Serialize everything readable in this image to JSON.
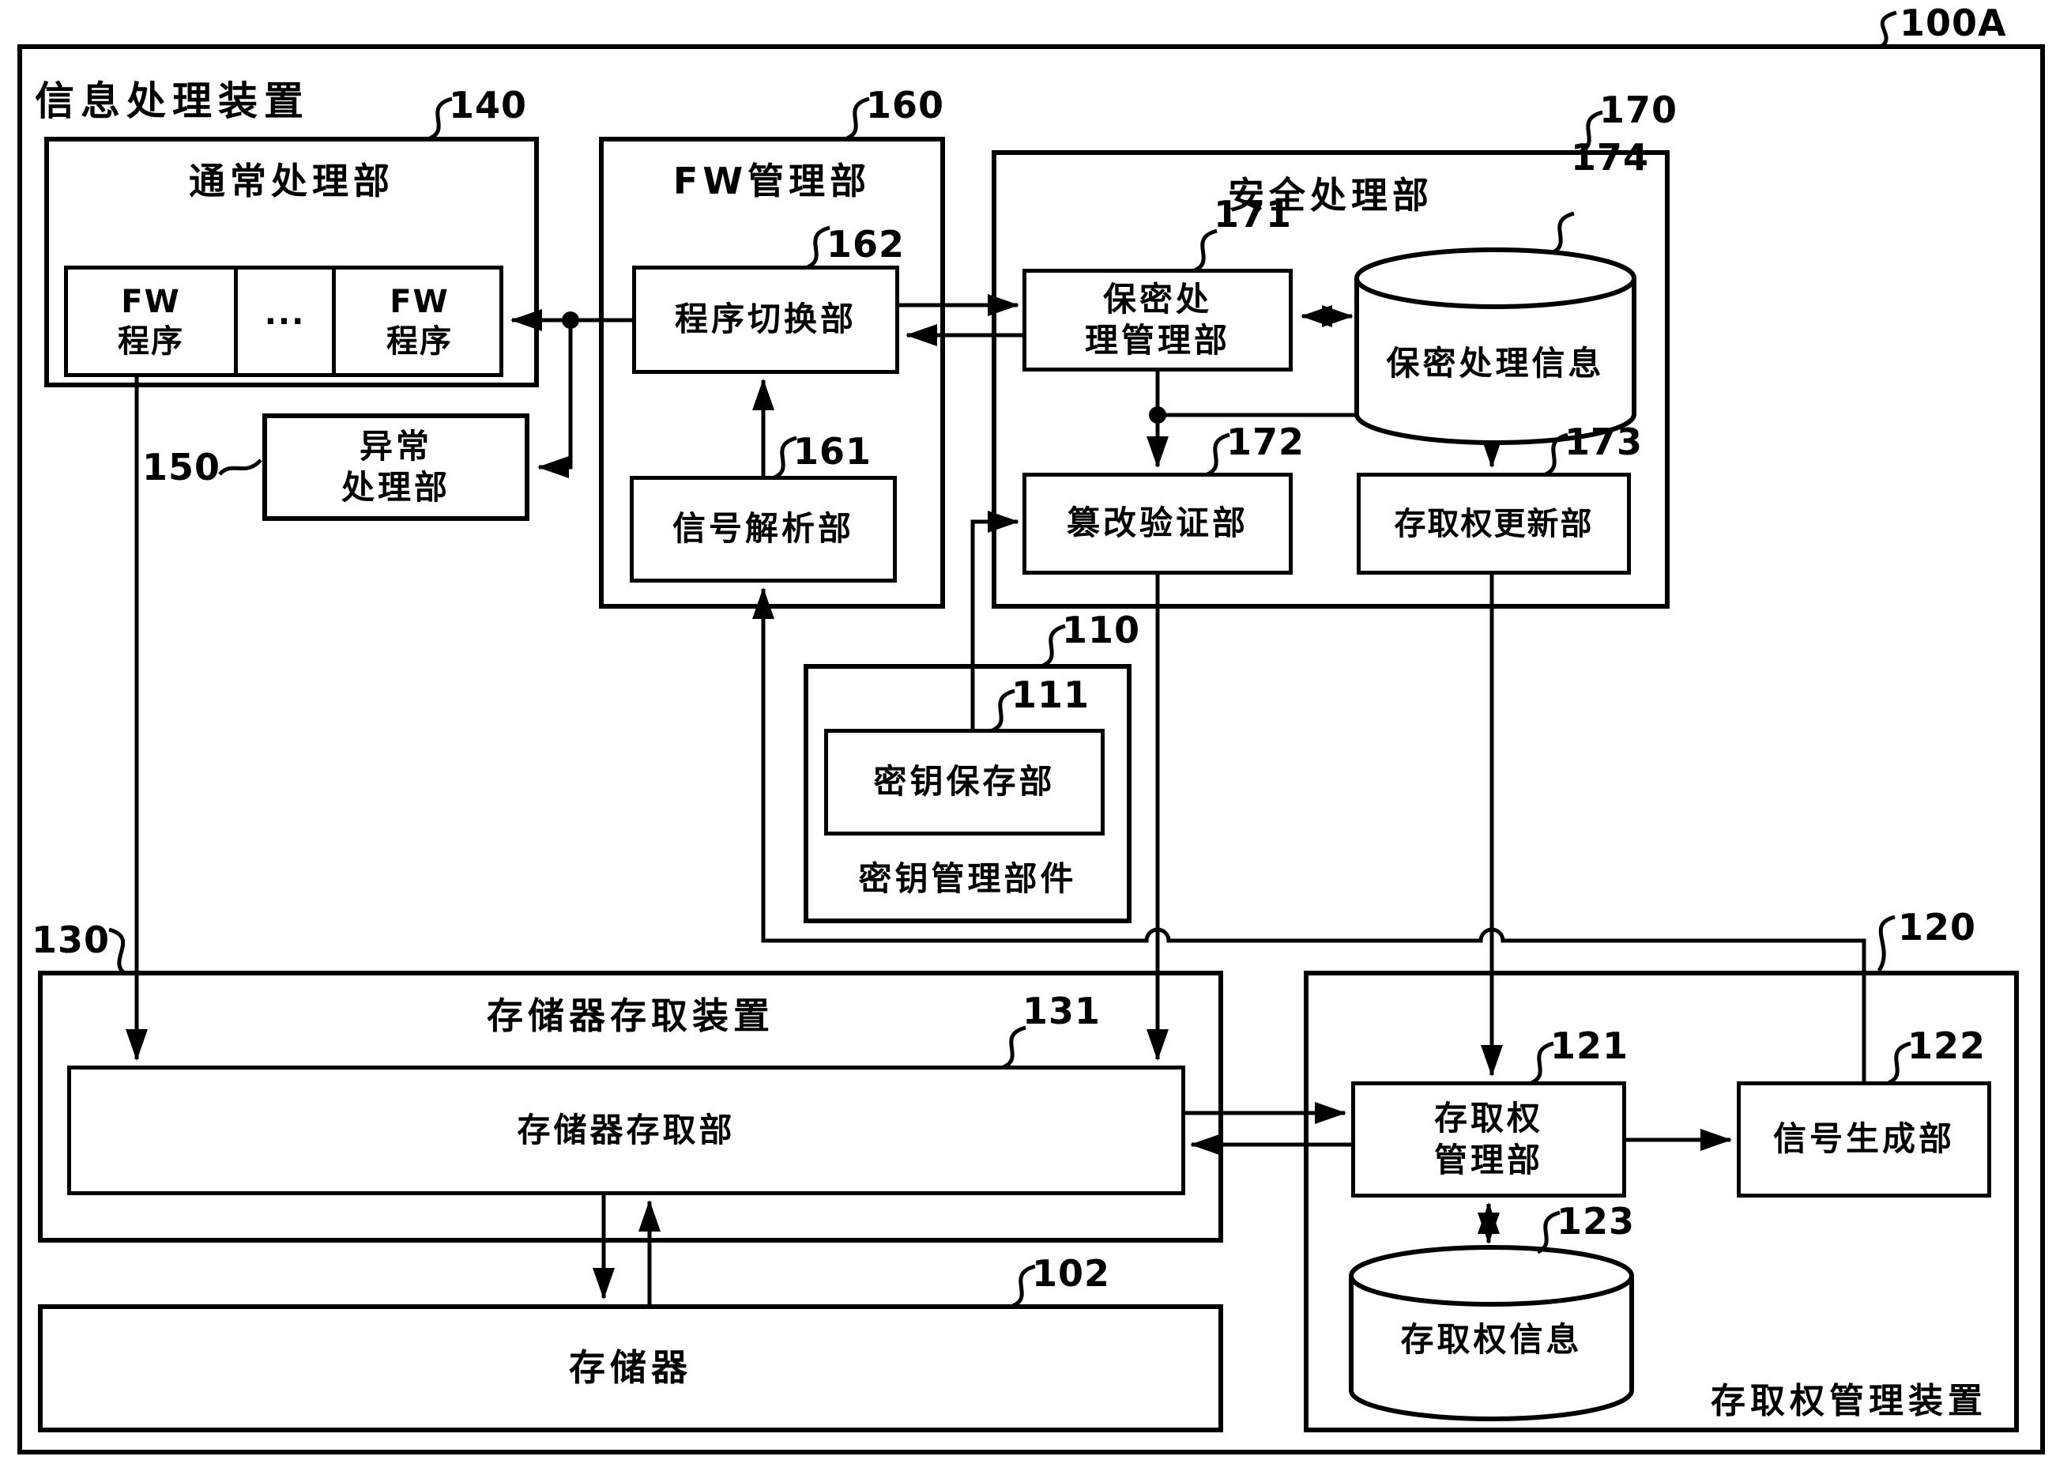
{
  "colors": {
    "ink": "#000000",
    "background": "#ffffff"
  },
  "device": {
    "ref": "100A",
    "label": "信息处理装置"
  },
  "normal_processing": {
    "ref": "140",
    "title": "通常处理部",
    "fw_program": "FW\n程序",
    "ellipsis": "···"
  },
  "exception_processing": {
    "ref": "150",
    "label": "异常\n处理部"
  },
  "fw_management": {
    "ref": "160",
    "title": "FW管理部",
    "program_switching": {
      "ref": "162",
      "label": "程序切换部"
    },
    "signal_analysis": {
      "ref": "161",
      "label": "信号解析部"
    }
  },
  "security_processing": {
    "ref": "170",
    "title": "安全处理部",
    "confidential_mgmt": {
      "ref": "171",
      "label": "保密处\n理管理部"
    },
    "confidential_info": {
      "ref": "174",
      "label": "保密处理信息"
    },
    "tamper_verification": {
      "ref": "172",
      "label": "篡改验证部"
    },
    "access_right_update": {
      "ref": "173",
      "label": "存取权更新部"
    }
  },
  "key_management": {
    "ref": "110",
    "label": "密钥管理部件",
    "key_storage": {
      "ref": "111",
      "label": "密钥保存部"
    }
  },
  "memory_access_device": {
    "ref": "130",
    "title": "存储器存取装置",
    "memory_access": {
      "ref": "131",
      "label": "存储器存取部"
    }
  },
  "memory": {
    "ref": "102",
    "label": "存储器"
  },
  "access_right_mgmt_device": {
    "ref": "120",
    "label": "存取权管理装置",
    "access_right_mgmt": {
      "ref": "121",
      "label": "存取权\n管理部"
    },
    "signal_generation": {
      "ref": "122",
      "label": "信号生成部"
    },
    "access_right_info": {
      "ref": "123",
      "label": "存取权信息"
    }
  }
}
